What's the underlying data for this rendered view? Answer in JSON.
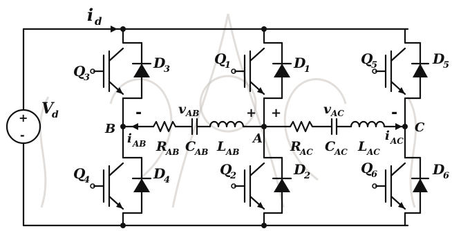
{
  "labels": {
    "i_d": "i",
    "i_d_sub": "d",
    "V_d": "V",
    "V_d_sub": "d",
    "Q3": "Q",
    "Q3_sub": "3",
    "D3": "D",
    "D3_sub": "3",
    "Q1": "Q",
    "Q1_sub": "1",
    "D1": "D",
    "D1_sub": "1",
    "Q5": "Q",
    "Q5_sub": "5",
    "D5": "D",
    "D5_sub": "5",
    "Q4": "Q",
    "Q4_sub": "4",
    "D4": "D",
    "D4_sub": "4",
    "Q2": "Q",
    "Q2_sub": "2",
    "D2": "D",
    "D2_sub": "2",
    "Q6": "Q",
    "Q6_sub": "6",
    "D6": "D",
    "D6_sub": "6",
    "node_B": "B",
    "node_A": "A",
    "node_C": "C",
    "i_AB": "i",
    "i_AB_sub": "AB",
    "i_AC": "i",
    "i_AC_sub": "AC",
    "R_AB": "R",
    "R_AB_sub": "AB",
    "C_AB": "C",
    "C_AB_sub": "AB",
    "L_AB": "L",
    "L_AB_sub": "AB",
    "R_AC": "R",
    "R_AC_sub": "AC",
    "C_AC": "C",
    "C_AC_sub": "AC",
    "L_AC": "L",
    "L_AC_sub": "AC",
    "v_AB": "v",
    "v_AB_sub": "AB",
    "v_AC": "v",
    "v_AC_sub": "AC",
    "plus": "+",
    "minus": "-"
  }
}
